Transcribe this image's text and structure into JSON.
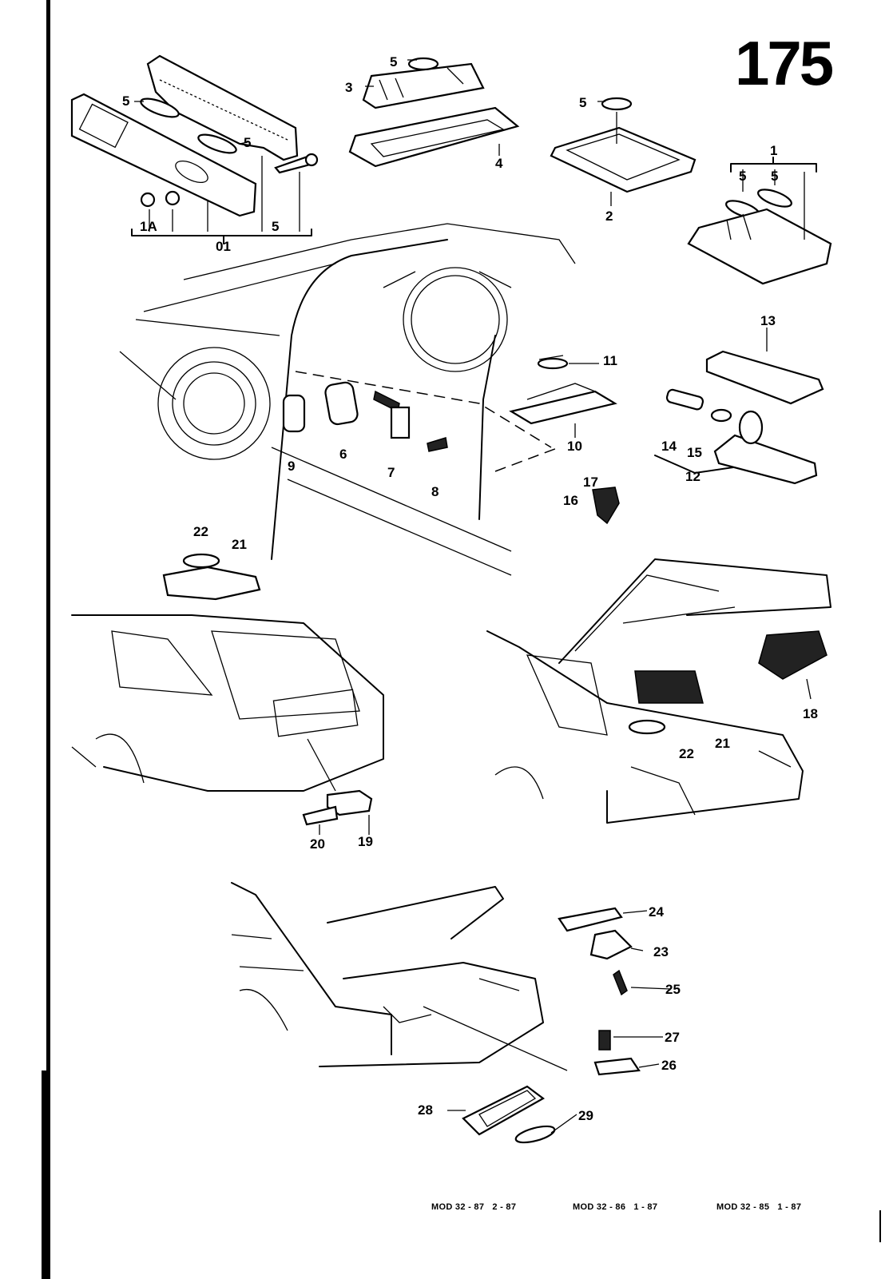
{
  "page": {
    "number": "175",
    "footer": [
      {
        "model": "MOD 32 - 87",
        "date": "2 - 87"
      },
      {
        "model": "MOD 32 - 86",
        "date": "1 - 87"
      },
      {
        "model": "MOD 32 - 85",
        "date": "1 - 87"
      }
    ]
  },
  "callouts": {
    "c01": "01",
    "c1A": "1A",
    "c5_group": "5",
    "c5_a": "5",
    "c5_b": "5",
    "c5_c": "5",
    "c5_d": "5",
    "c5_e": "5",
    "c5_f": "5",
    "c1": "1",
    "c2": "2",
    "c3": "3",
    "c4": "4",
    "c6": "6",
    "c7": "7",
    "c8": "8",
    "c9": "9",
    "c10": "10",
    "c11": "11",
    "c12": "12",
    "c13": "13",
    "c14": "14",
    "c15": "15",
    "c16": "16",
    "c17": "17",
    "c18": "18",
    "c19": "19",
    "c20": "20",
    "c21a": "21",
    "c22a": "22",
    "c21b": "21",
    "c22b": "22",
    "c23": "23",
    "c24": "24",
    "c25": "25",
    "c26": "26",
    "c27": "27",
    "c28": "28",
    "c29": "29"
  },
  "icons": {
    "lamp": "interior-lamp-housing",
    "bulb": "festoon-bulb",
    "screw": "screw",
    "switch": "door-contact-switch",
    "car": "car-body-outline"
  }
}
